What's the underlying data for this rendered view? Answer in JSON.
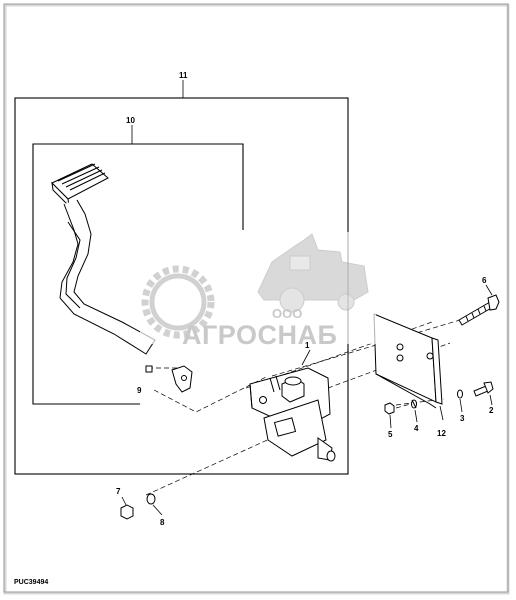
{
  "callouts": {
    "c1": "1",
    "c2": "2",
    "c3": "3",
    "c4": "4",
    "c5": "5",
    "c6": "6",
    "c7": "7",
    "c8": "8",
    "c9": "9",
    "c10": "10",
    "c11": "11",
    "c12": "12"
  },
  "drawing_id": "PUC39494",
  "watermark": {
    "small": "ООО",
    "large": "АГРОСНАБ",
    "color": "#c9c9c9"
  }
}
